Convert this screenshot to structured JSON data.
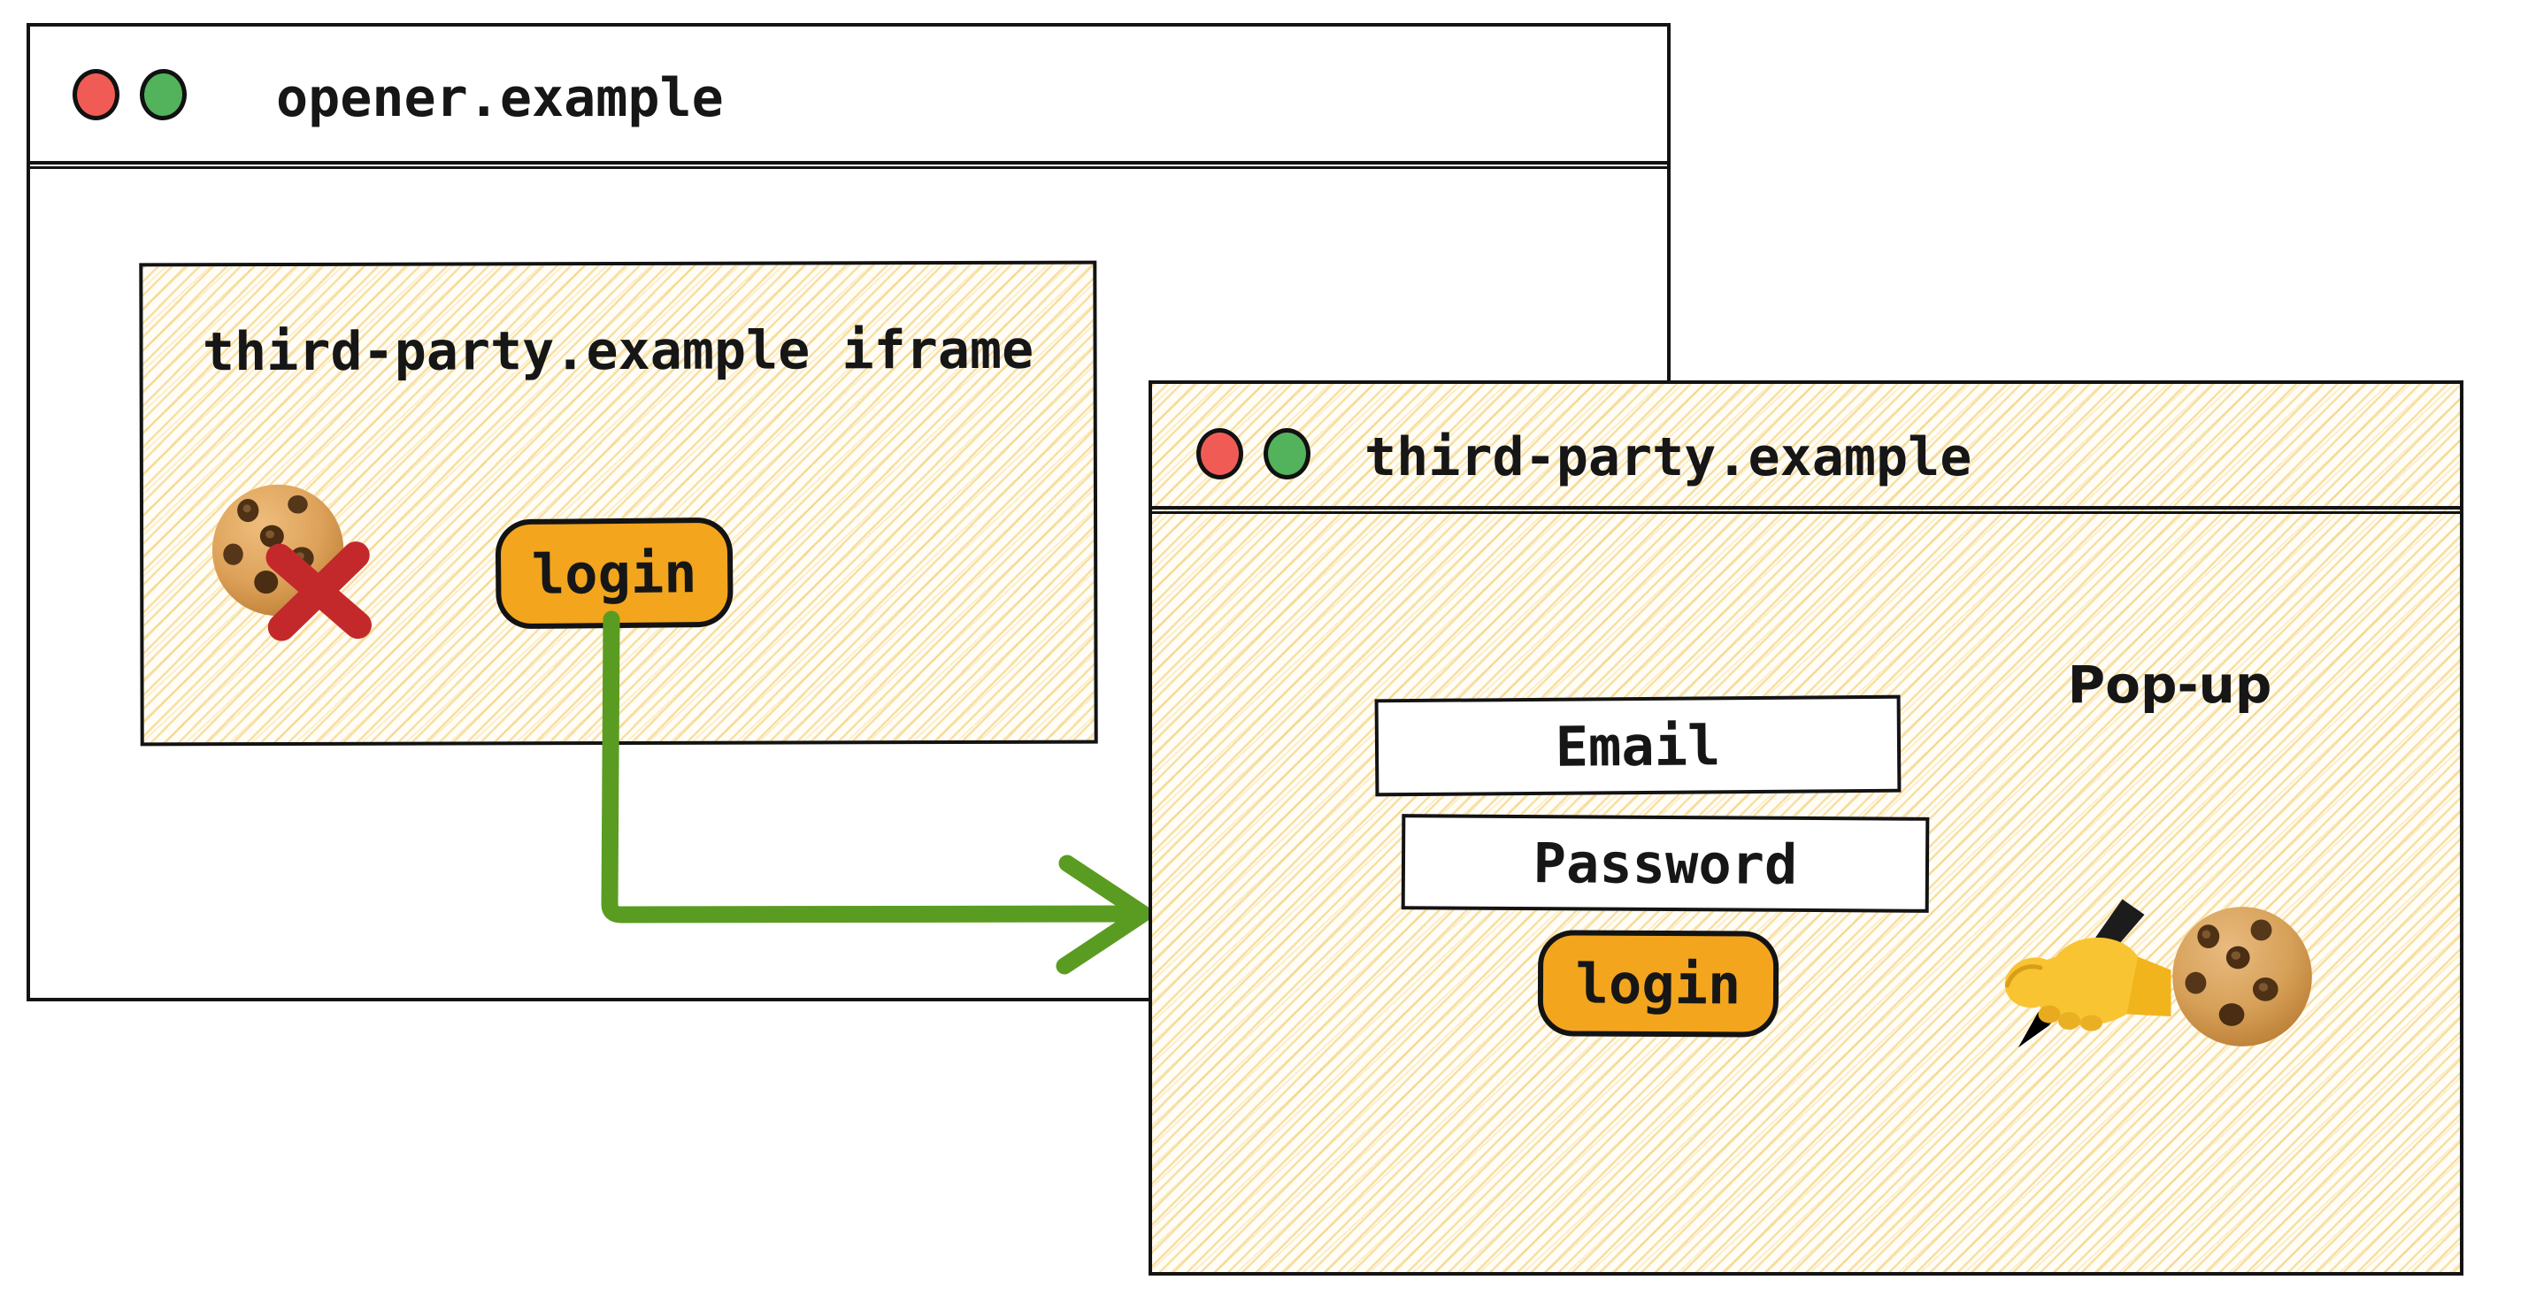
{
  "opener_window": {
    "title": "opener.example",
    "traffic_lights": [
      "red",
      "green"
    ],
    "iframe": {
      "label": "third-party.example iframe",
      "login_button_label": "login",
      "cookie_status": "blocked"
    }
  },
  "popup_window": {
    "title": "third-party.example",
    "annotation": "Pop-up",
    "traffic_lights": [
      "red",
      "green"
    ],
    "email_field_label": "Email",
    "password_field_label": "Password",
    "login_button_label": "login"
  },
  "icons": {
    "cookie": "cookie-icon",
    "blocked_cross": "blocked-x-icon",
    "writing_hand": "writing-hand-icon",
    "arrow": "popup-open-arrow"
  },
  "colors": {
    "button_orange": "#F3A51E",
    "arrow_green": "#5A9C21",
    "blocked_red": "#C3292B",
    "traffic_red": "#F05C55",
    "traffic_green": "#53B25C",
    "hatch_yellow": "#F3C660",
    "ink": "#131313"
  }
}
